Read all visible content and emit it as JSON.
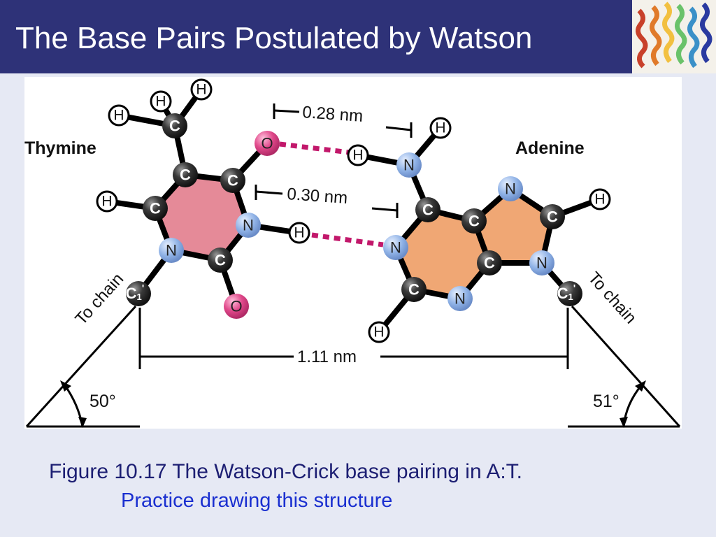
{
  "slide": {
    "title": "The Base Pairs Postulated by Watson",
    "caption": "Figure 10.17  The Watson-Crick base pairing in A:T.",
    "practice_note": "Practice drawing this structure"
  },
  "diagram": {
    "thymine_label": "Thymine",
    "adenine_label": "Adenine",
    "hbond_top_distance": "0.28 nm",
    "hbond_bottom_distance": "0.30 nm",
    "c1_distance": "1.11 nm",
    "left_angle": "50°",
    "right_angle": "51°",
    "left_chain_label": "To chain",
    "right_chain_label": "To chain",
    "atoms": {
      "C": "C",
      "N": "N",
      "O": "O",
      "H": "H",
      "C1": "C",
      "C1_sub": "1",
      "C1_prime": "'"
    }
  },
  "colors": {
    "header_bg": "#2e3278",
    "thymine_ring": "#e58a98",
    "adenine_ring": "#f0a774",
    "carbon": "#2a2a2a",
    "nitrogen": "#8fb2e6",
    "oxygen": "#e0488a",
    "hbond": "#c2186b"
  }
}
